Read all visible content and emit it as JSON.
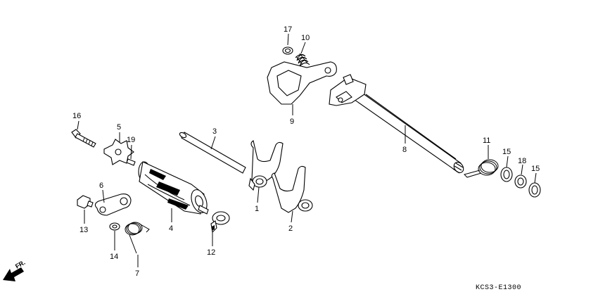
{
  "callouts": [
    {
      "id": "p1",
      "label": "1"
    },
    {
      "id": "p2",
      "label": "2"
    },
    {
      "id": "p3",
      "label": "3"
    },
    {
      "id": "p4",
      "label": "4"
    },
    {
      "id": "p5",
      "label": "5"
    },
    {
      "id": "p6",
      "label": "6"
    },
    {
      "id": "p7",
      "label": "7"
    },
    {
      "id": "p8",
      "label": "8"
    },
    {
      "id": "p9",
      "label": "9"
    },
    {
      "id": "p10",
      "label": "10"
    },
    {
      "id": "p11",
      "label": "11"
    },
    {
      "id": "p12",
      "label": "12"
    },
    {
      "id": "p13",
      "label": "13"
    },
    {
      "id": "p14",
      "label": "14"
    },
    {
      "id": "p15a",
      "label": "15"
    },
    {
      "id": "p15b",
      "label": "15"
    },
    {
      "id": "p16",
      "label": "16"
    },
    {
      "id": "p17",
      "label": "17"
    },
    {
      "id": "p18",
      "label": "18"
    },
    {
      "id": "p19",
      "label": "19"
    }
  ],
  "direction_label": "FR.",
  "diagram_code": "KCS3-E1300"
}
